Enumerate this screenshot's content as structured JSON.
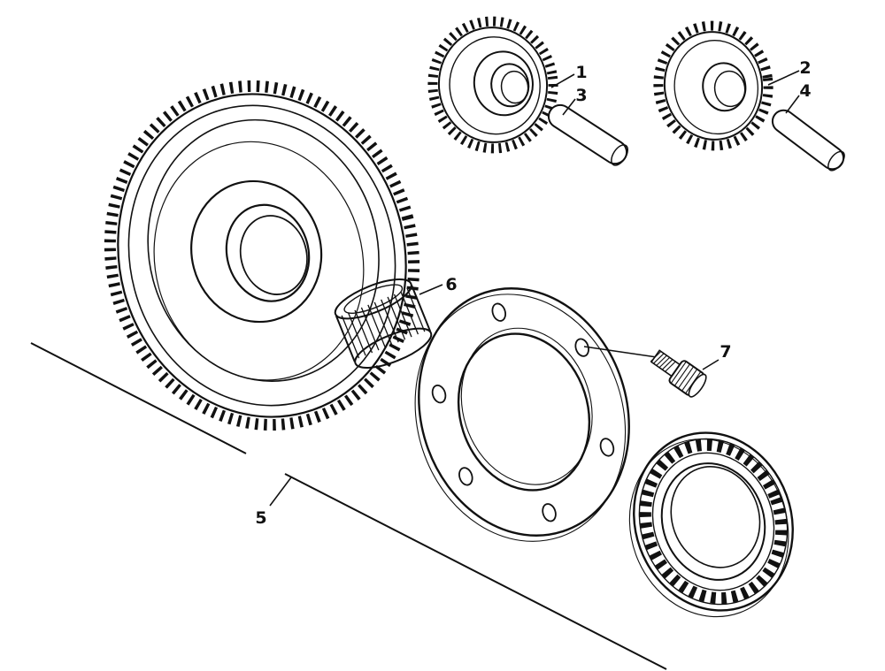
{
  "colors": {
    "ink": "#111111",
    "paper": "#ffffff"
  },
  "callouts": [
    {
      "label": "1"
    },
    {
      "label": "2"
    },
    {
      "label": "3"
    },
    {
      "label": "4"
    },
    {
      "label": "5"
    },
    {
      "label": "6"
    },
    {
      "label": "7"
    }
  ]
}
